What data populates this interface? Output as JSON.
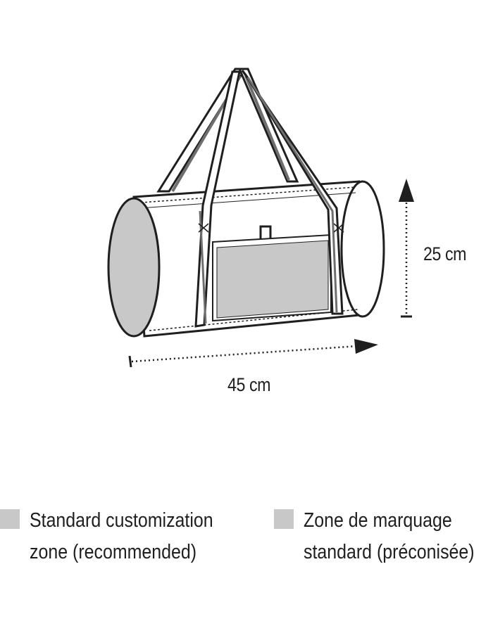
{
  "dimensions": {
    "height": "25 cm",
    "width": "45 cm"
  },
  "legend": {
    "english": {
      "line1": "Standard customization",
      "line2": "zone (recommended)"
    },
    "french": {
      "line1": "Zone de marquage",
      "line2": "standard (préconisée)"
    }
  },
  "colors": {
    "zone_fill": "#c8c8c8",
    "outline": "#1f1f1f",
    "strap_mid": "#6e6e6e"
  }
}
